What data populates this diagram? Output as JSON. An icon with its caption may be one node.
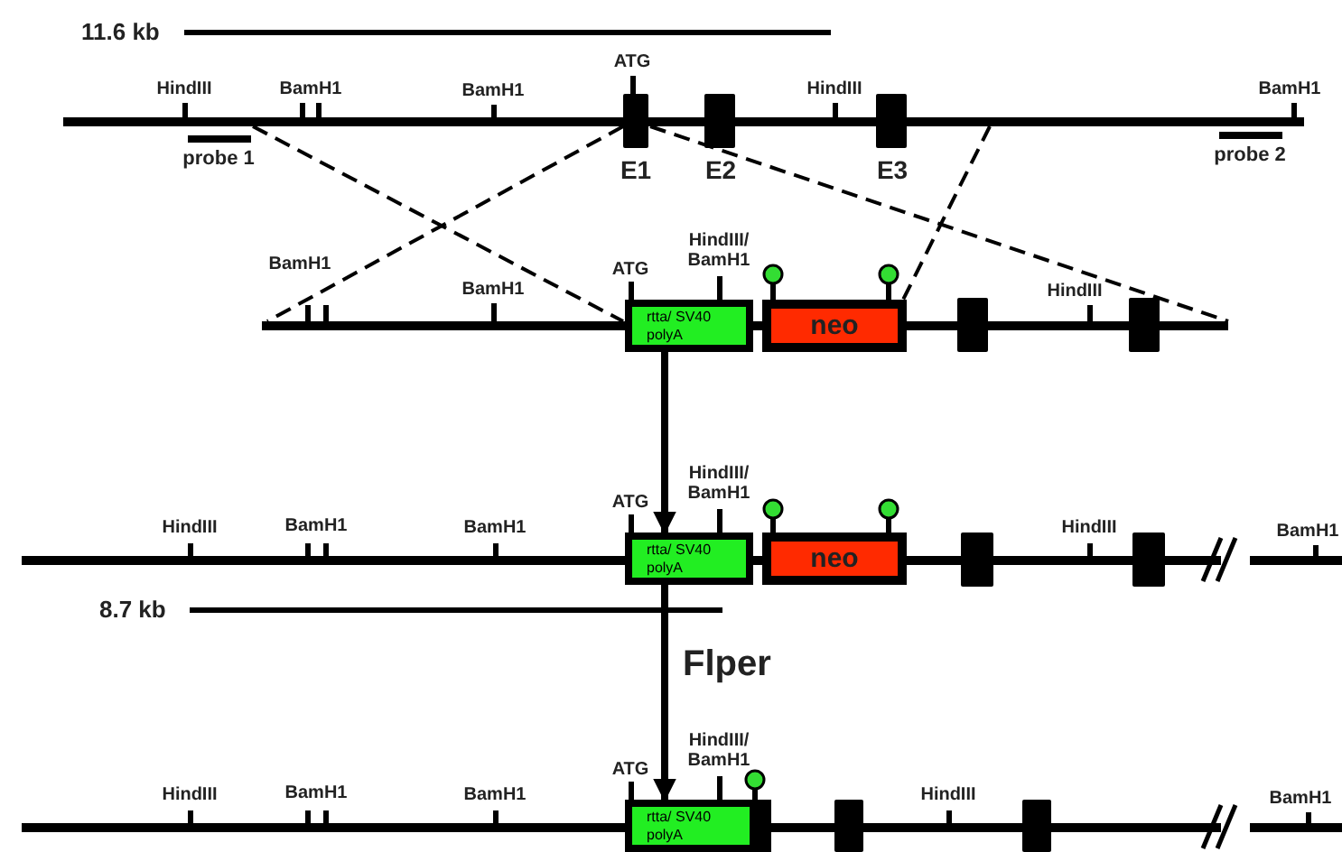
{
  "diagram": {
    "nodes": [
      {
        "text": [],
        "shape": "bar",
        "beside": [
          "HindIII",
          "BamH1",
          "BamH1",
          "HindIII",
          "BamH1"
        ]
      },
      {
        "text": [],
        "shape": "box",
        "beside": [
          "ATG",
          "E1"
        ]
      },
      {
        "text": [],
        "shape": "box",
        "beside": [
          "E2"
        ]
      },
      {
        "text": [],
        "shape": "box",
        "beside": [
          "E3"
        ]
      },
      {
        "text": [],
        "shape": "bar",
        "beside": [
          "probe 1"
        ]
      },
      {
        "text": [],
        "shape": "bar",
        "beside": [
          "probe 2"
        ]
      },
      {
        "text": [],
        "shape": "bar",
        "beside": [
          "BamH1",
          "BamH1",
          "HindIII"
        ]
      },
      {
        "text": [
          "rtta/ SV40 polyA"
        ],
        "beside": [
          "ATG",
          "HindIII/ BamH1"
        ]
      },
      {
        "text": [
          "neo"
        ]
      },
      {
        "text": [],
        "shape": "box"
      },
      {
        "text": [],
        "shape": "box"
      },
      {
        "text": [],
        "shape": "bar",
        "beside": [
          "HindIII",
          "BamH1",
          "BamH1",
          "HindIII",
          "BamH1"
        ]
      },
      {
        "text": [
          "rtta/ SV40 polyA"
        ],
        "beside": [
          "ATG",
          "HindIII/ BamH1"
        ]
      },
      {
        "text": [
          "neo"
        ]
      },
      {
        "text": [],
        "shape": "box"
      },
      {
        "text": [],
        "shape": "box"
      },
      {
        "text": [],
        "shape": "bar",
        "beside": [
          "HindIII",
          "BamH1",
          "BamH1",
          "HindIII",
          "BamH1"
        ]
      },
      {
        "text": [
          "rtta/ SV40 polyA"
        ],
        "beside": [
          "ATG",
          "HindIII/ BamH1"
        ]
      },
      {
        "text": [],
        "shape": "box"
      },
      {
        "text": [],
        "shape": "box"
      }
    ],
    "edges": [
      {
        "from": 0,
        "to": 6,
        "arrow": "none",
        "style": "dashed"
      },
      {
        "from": 0,
        "to": 6,
        "arrow": "none",
        "style": "dashed"
      },
      {
        "from": 0,
        "to": 6,
        "arrow": "none",
        "style": "dashed"
      },
      {
        "from": 0,
        "to": 8,
        "arrow": "none",
        "style": "dashed"
      },
      {
        "from": 7,
        "to": 12,
        "arrow": "to",
        "style": "thick"
      },
      {
        "from": 12,
        "to": 17,
        "arrow": "to",
        "style": "thick",
        "label": "Flper"
      }
    ],
    "labels": [
      "11.6 kb",
      "8.7 kb"
    ]
  }
}
